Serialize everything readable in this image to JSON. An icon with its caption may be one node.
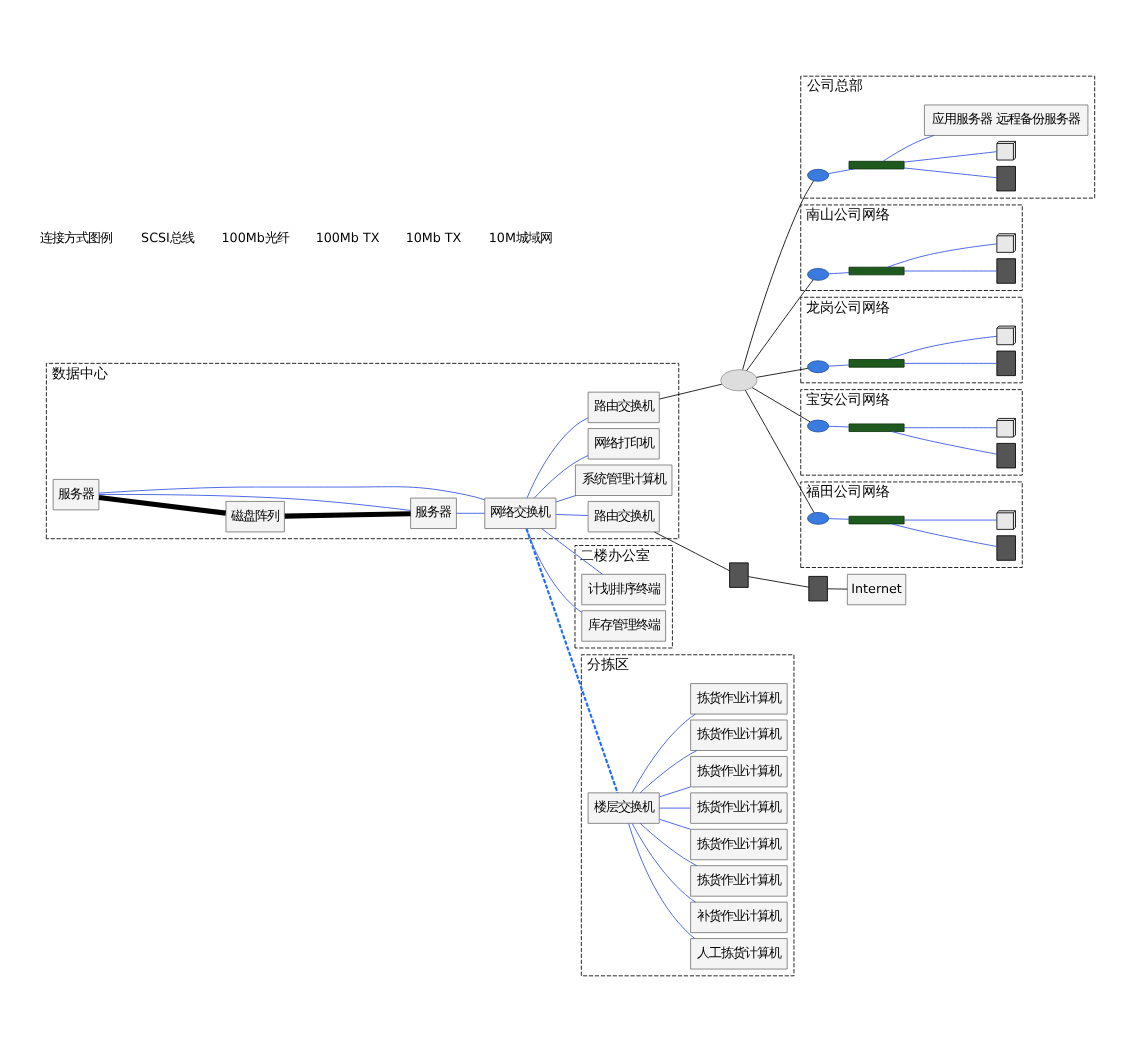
{
  "diagram": {
    "nodes": [
      {
        "text": [
          "数据中心"
        ]
      },
      {
        "text": [
          "服务器"
        ],
        "in": 0
      },
      {
        "text": [
          "磁盘阵列"
        ],
        "in": 0
      },
      {
        "text": [
          "服务器"
        ],
        "in": 0
      },
      {
        "text": [
          "网络交换机"
        ],
        "in": 0
      },
      {
        "text": [
          "路由交换机"
        ],
        "in": 0
      },
      {
        "text": [
          "系统管理计算机"
        ],
        "in": 0
      },
      {
        "text": [
          "网络打印机"
        ],
        "in": 0
      },
      {
        "text": [
          "路由交换机"
        ],
        "in": 0
      },
      {
        "text": [],
        "shape": "box"
      },
      {
        "text": [],
        "shape": "box"
      },
      {
        "text": [
          "Internet"
        ]
      },
      {
        "text": [
          "二楼办公室"
        ]
      },
      {
        "text": [
          "计划排序终端"
        ],
        "in": 12
      },
      {
        "text": [
          "库存管理终端"
        ],
        "in": 12
      },
      {
        "text": [],
        "shape": "cloud"
      },
      {
        "text": [
          "南山公司网络"
        ]
      },
      {
        "text": [],
        "shape": "router",
        "in": 16
      },
      {
        "text": [],
        "shape": "bar",
        "in": 16
      },
      {
        "text": [],
        "shape": "box",
        "in": 16
      },
      {
        "text": [],
        "shape": "computer",
        "in": 16
      },
      {
        "text": [
          "龙岗公司网络"
        ]
      },
      {
        "text": [],
        "shape": "router",
        "in": 21
      },
      {
        "text": [],
        "shape": "bar",
        "in": 21
      },
      {
        "text": [],
        "shape": "box",
        "in": 21
      },
      {
        "text": [],
        "shape": "computer",
        "in": 21
      },
      {
        "text": [
          "宝安公司网络"
        ]
      },
      {
        "text": [],
        "shape": "router",
        "in": 26
      },
      {
        "text": [],
        "shape": "bar",
        "in": 26
      },
      {
        "text": [],
        "shape": "box",
        "in": 26
      },
      {
        "text": [],
        "shape": "computer",
        "in": 26
      },
      {
        "text": [
          "福田公司网络"
        ]
      },
      {
        "text": [],
        "shape": "router",
        "in": 31
      },
      {
        "text": [],
        "shape": "bar",
        "in": 31
      },
      {
        "text": [],
        "shape": "box",
        "in": 31
      },
      {
        "text": [],
        "shape": "computer",
        "in": 31
      },
      {
        "text": [
          "公司总部"
        ]
      },
      {
        "text": [],
        "shape": "router",
        "in": 36
      },
      {
        "text": [],
        "shape": "bar",
        "in": 36
      },
      {
        "text": [],
        "shape": "box",
        "in": 36
      },
      {
        "text": [],
        "shape": "computer",
        "in": 36
      },
      {
        "text": [
          "应用服务器 远程备份服务器"
        ],
        "in": 36
      },
      {
        "text": [
          "分拣区"
        ]
      },
      {
        "text": [
          "楼层交换机"
        ],
        "in": 42
      },
      {
        "text": [
          "人工拣货计算机"
        ],
        "in": 42
      },
      {
        "text": [
          "补货作业计算机"
        ],
        "in": 42
      },
      {
        "text": [
          "拣货作业计算机"
        ],
        "in": 42
      },
      {
        "text": [
          "拣货作业计算机"
        ],
        "in": 42
      },
      {
        "text": [
          "拣货作业计算机"
        ],
        "in": 42
      },
      {
        "text": [
          "拣货作业计算机"
        ],
        "in": 42
      },
      {
        "text": [
          "拣货作业计算机"
        ],
        "in": 42
      },
      {
        "text": [
          "拣货作业计算机"
        ],
        "in": 42
      }
    ],
    "edges": [
      {
        "from": 1,
        "to": 2,
        "arrow": "none",
        "style": "thick",
        "color": "#000000"
      },
      {
        "from": 2,
        "to": 3,
        "arrow": "none",
        "style": "thick",
        "color": "#000000"
      },
      {
        "from": 1,
        "to": 3,
        "arrow": "none"
      },
      {
        "from": 1,
        "to": 4,
        "arrow": "none"
      },
      {
        "from": 3,
        "to": 4,
        "arrow": "none"
      },
      {
        "from": 4,
        "to": 5,
        "arrow": "none"
      },
      {
        "from": 4,
        "to": 13,
        "arrow": "none"
      },
      {
        "from": 4,
        "to": 14,
        "arrow": "none"
      },
      {
        "from": 4,
        "to": 8,
        "arrow": "none"
      },
      {
        "from": 4,
        "to": 7,
        "arrow": "none"
      },
      {
        "from": 4,
        "to": 6,
        "arrow": "none"
      },
      {
        "from": 5,
        "to": 9,
        "arrow": "none",
        "color": "#000000"
      },
      {
        "from": 9,
        "to": 10,
        "arrow": "none",
        "color": "#000000"
      },
      {
        "from": 10,
        "to": 11,
        "arrow": "none",
        "color": "#000000"
      },
      {
        "from": 8,
        "to": 15,
        "arrow": "none",
        "color": "#000000"
      },
      {
        "from": 15,
        "to": 17,
        "arrow": "none",
        "color": "#000000"
      },
      {
        "from": 15,
        "to": 37,
        "arrow": "none",
        "color": "#000000"
      },
      {
        "from": 15,
        "to": 22,
        "arrow": "none",
        "color": "#000000"
      },
      {
        "from": 15,
        "to": 27,
        "arrow": "none",
        "color": "#000000"
      },
      {
        "from": 15,
        "to": 32,
        "arrow": "none",
        "color": "#000000"
      },
      {
        "from": 17,
        "to": 18,
        "arrow": "none"
      },
      {
        "from": 18,
        "to": 19,
        "arrow": "none"
      },
      {
        "from": 18,
        "to": 20,
        "arrow": "none"
      },
      {
        "from": 22,
        "to": 23,
        "arrow": "none"
      },
      {
        "from": 23,
        "to": 24,
        "arrow": "none"
      },
      {
        "from": 23,
        "to": 25,
        "arrow": "none"
      },
      {
        "from": 27,
        "to": 28,
        "arrow": "none"
      },
      {
        "from": 28,
        "to": 29,
        "arrow": "none"
      },
      {
        "from": 28,
        "to": 30,
        "arrow": "none"
      },
      {
        "from": 32,
        "to": 33,
        "arrow": "none"
      },
      {
        "from": 33,
        "to": 34,
        "arrow": "none"
      },
      {
        "from": 33,
        "to": 35,
        "arrow": "none"
      },
      {
        "from": 37,
        "to": 38,
        "arrow": "none"
      },
      {
        "from": 38,
        "to": 39,
        "arrow": "none"
      },
      {
        "from": 38,
        "to": 40,
        "arrow": "none"
      },
      {
        "from": 38,
        "to": 41,
        "arrow": "none"
      },
      {
        "from": 4,
        "to": 43,
        "arrow": "none",
        "style": "dashed",
        "color": "#1f6bff"
      },
      {
        "from": 43,
        "to": 44,
        "arrow": "none"
      },
      {
        "from": 43,
        "to": 45,
        "arrow": "none"
      },
      {
        "from": 43,
        "to": 46,
        "arrow": "none"
      },
      {
        "from": 43,
        "to": 47,
        "arrow": "none"
      },
      {
        "from": 43,
        "to": 48,
        "arrow": "none"
      },
      {
        "from": 43,
        "to": 49,
        "arrow": "none"
      },
      {
        "from": 43,
        "to": 50,
        "arrow": "none"
      },
      {
        "from": 43,
        "to": 51,
        "arrow": "none"
      }
    ],
    "labels": [
      "连接方式图例"
    ],
    "legend": [
      {
        "text": "SCSI总线"
      },
      {
        "text": "100Mb光纤"
      },
      {
        "text": "100Mb TX"
      },
      {
        "text": "10Mb TX"
      },
      {
        "text": "10M城域网"
      }
    ]
  }
}
